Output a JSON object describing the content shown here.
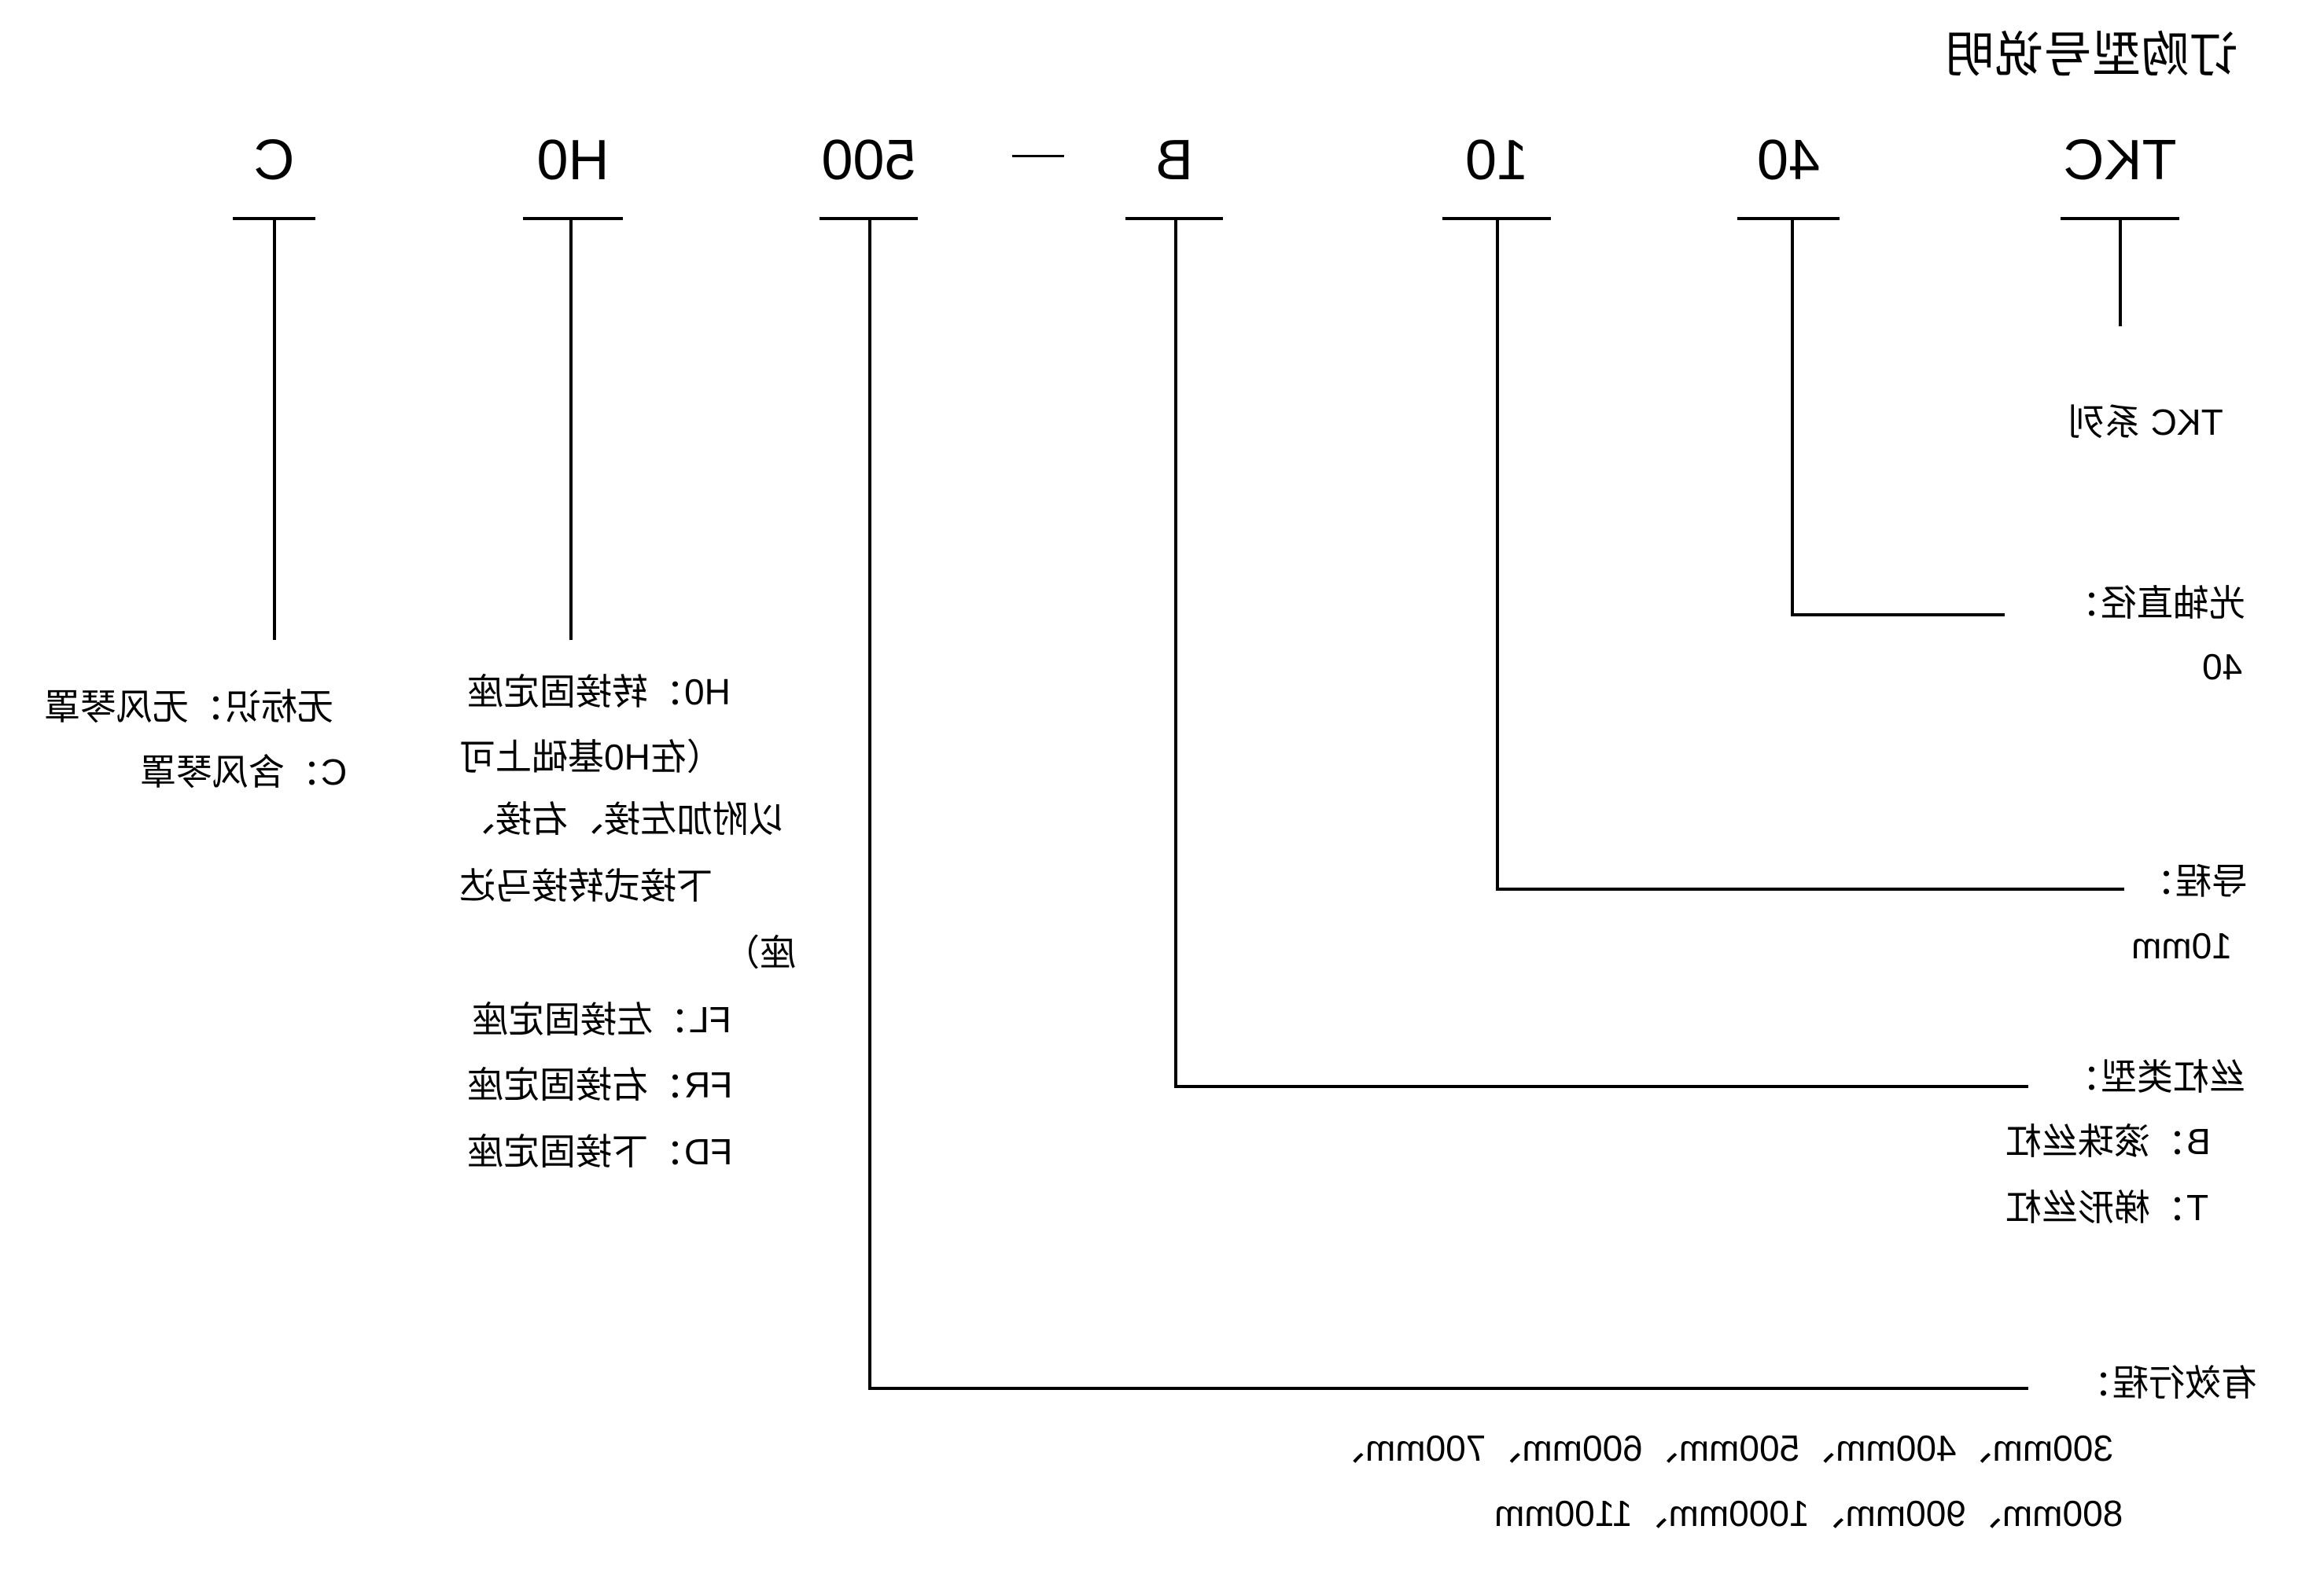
{
  "title": "订购型号说明",
  "codes": {
    "series": "TKC",
    "diameter": "40",
    "lead": "10",
    "screw_type": "B",
    "dash": "—",
    "stroke": "500",
    "mount": "H0",
    "cover": "C"
  },
  "descriptions": {
    "series": "TKC 系列",
    "diameter_label": "光轴直径：",
    "diameter_value": "40",
    "lead_label": "导程：",
    "lead_value": "10mm",
    "screw_label": "丝杠类型：",
    "screw_options": [
      "B：滚珠丝杠",
      "T：梯形丝杠"
    ],
    "stroke_label": "有效行程：",
    "stroke_lines": [
      "300mm、400mm、500mm、600mm、700mm、",
      "800mm、900mm、1000mm、1100mm"
    ],
    "mount_lines": [
      "H0：转接固定座",
      "（在H0基础上可",
      "以附加左接、右接、",
      "下接式转接马达",
      "座）",
      "FL：左接固定座",
      "FR：右接固定座",
      "FD：下接固定座"
    ],
    "cover_lines": [
      "无标识：无风琴罩",
      "C：含风琴罩"
    ]
  }
}
